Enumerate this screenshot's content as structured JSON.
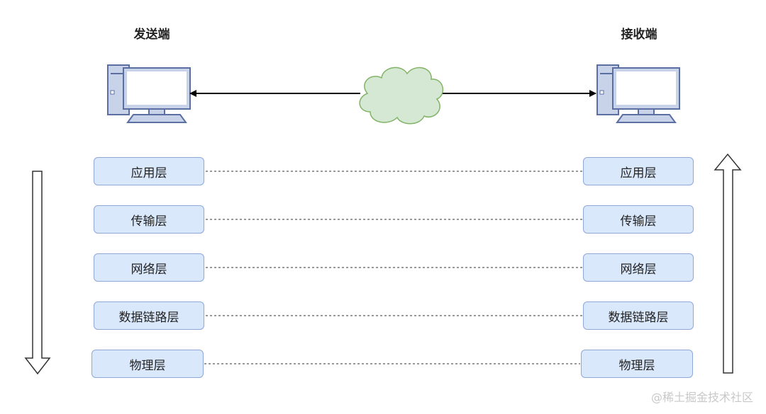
{
  "diagram": {
    "sender": {
      "title": "发送端"
    },
    "receiver": {
      "title": "接收端"
    },
    "left_layers": [
      {
        "label": "应用层"
      },
      {
        "label": "传输层"
      },
      {
        "label": "网络层"
      },
      {
        "label": "数据链路层"
      },
      {
        "label": "物理层"
      }
    ],
    "right_layers": [
      {
        "label": "应用层"
      },
      {
        "label": "传输层"
      },
      {
        "label": "网络层"
      },
      {
        "label": "数据链路层"
      },
      {
        "label": "物理层"
      }
    ],
    "colors": {
      "layer_fill": "#dae8fc",
      "layer_border": "#8ea8d8",
      "cloud_fill": "#d5e8d4",
      "cloud_border": "#82b366",
      "computer_fill": "#c8d3ea",
      "computer_border": "#5b6fa3"
    }
  },
  "watermark": "@稀土掘金技术社区"
}
